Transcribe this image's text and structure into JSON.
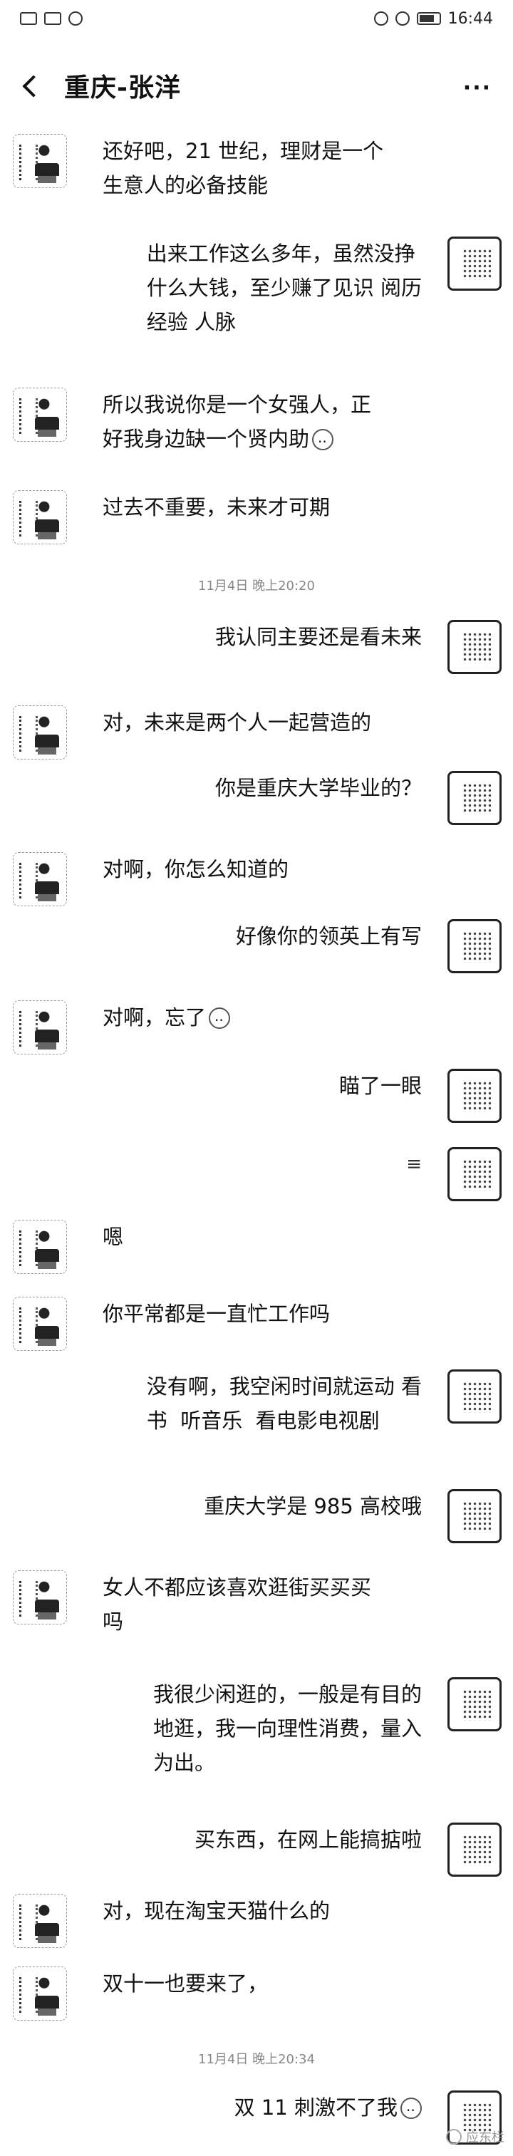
{
  "status_bar": {
    "time": "16:44"
  },
  "header": {
    "title": "重庆-张洋",
    "back_icon": "chevron-left-icon",
    "more_icon": "more-dots-icon",
    "more_glyph": "···"
  },
  "timestamps": [
    "11月4日 晚上20:20",
    "11月4日 晚上20:34"
  ],
  "messages": [
    {
      "side": "left",
      "text": "还好吧，21 世纪，理财是一个\n生意人的必备技能"
    },
    {
      "side": "right",
      "text": "出来工作这么多年，虽然没挣\n什么大钱，至少赚了见识 阅历\n经验 人脉"
    },
    {
      "side": "left",
      "text": "所以我说你是一个女强人，正\n好我身边缺一个贤内助"
    },
    {
      "side": "left",
      "text": "过去不重要，未来才可期"
    },
    {
      "side": "right",
      "text": "我认同主要还是看未来"
    },
    {
      "side": "left",
      "text": "对，未来是两个人一起营造的"
    },
    {
      "side": "right",
      "text": "你是重庆大学毕业的？"
    },
    {
      "side": "left",
      "text": "对啊，你怎么知道的"
    },
    {
      "side": "right",
      "text": "好像你的领英上有写"
    },
    {
      "side": "left",
      "text": "对啊，忘了"
    },
    {
      "side": "right",
      "text": "瞄了一眼"
    },
    {
      "side": "right",
      "text": "≡"
    },
    {
      "side": "left",
      "text": "嗯"
    },
    {
      "side": "left",
      "text": "你平常都是一直忙工作吗"
    },
    {
      "side": "right",
      "text": "没有啊，我空闲时间就运动 看\n书  听音乐  看电影电视剧"
    },
    {
      "side": "right",
      "text": "重庆大学是 985 高校哦"
    },
    {
      "side": "left",
      "text": "女人不都应该喜欢逛街买买买\n吗"
    },
    {
      "side": "right",
      "text": "我很少闲逛的，一般是有目的\n地逛，我一向理性消费，量入\n为出。"
    },
    {
      "side": "right",
      "text": "买东西，在网上能搞掂啦"
    },
    {
      "side": "left",
      "text": "对，现在淘宝天猫什么的"
    },
    {
      "side": "left",
      "text": "双十一也要来了，"
    },
    {
      "side": "right",
      "text": "双 11 刺激不了我"
    }
  ],
  "watermark": {
    "text": "应东栏"
  }
}
